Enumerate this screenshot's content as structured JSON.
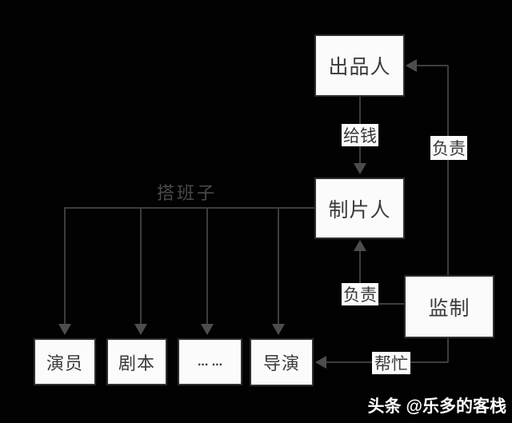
{
  "diagram": {
    "nodes": {
      "investor": "出品人",
      "producer": "制片人",
      "supervisor": "监制",
      "actor": "演员",
      "script": "剧本",
      "etc": "... ...",
      "director": "导演"
    },
    "edge_labels": {
      "give_money": "给钱",
      "in_charge_top": "负责",
      "in_charge_mid": "负责",
      "help": "帮忙",
      "build_team": "搭班子"
    },
    "colors": {
      "background": "#020202",
      "box_fill": "#fbfbfb",
      "box_border": "#2e2e2e",
      "line": "#3d3d3d",
      "arrow": "#4d4d4d",
      "box_text": "#3a3a3a",
      "team_watermark": "#4a4a4a",
      "footer_text": "#fefefe"
    }
  },
  "watermark": {
    "brand": "头条",
    "author": "@乐多的客栈"
  }
}
